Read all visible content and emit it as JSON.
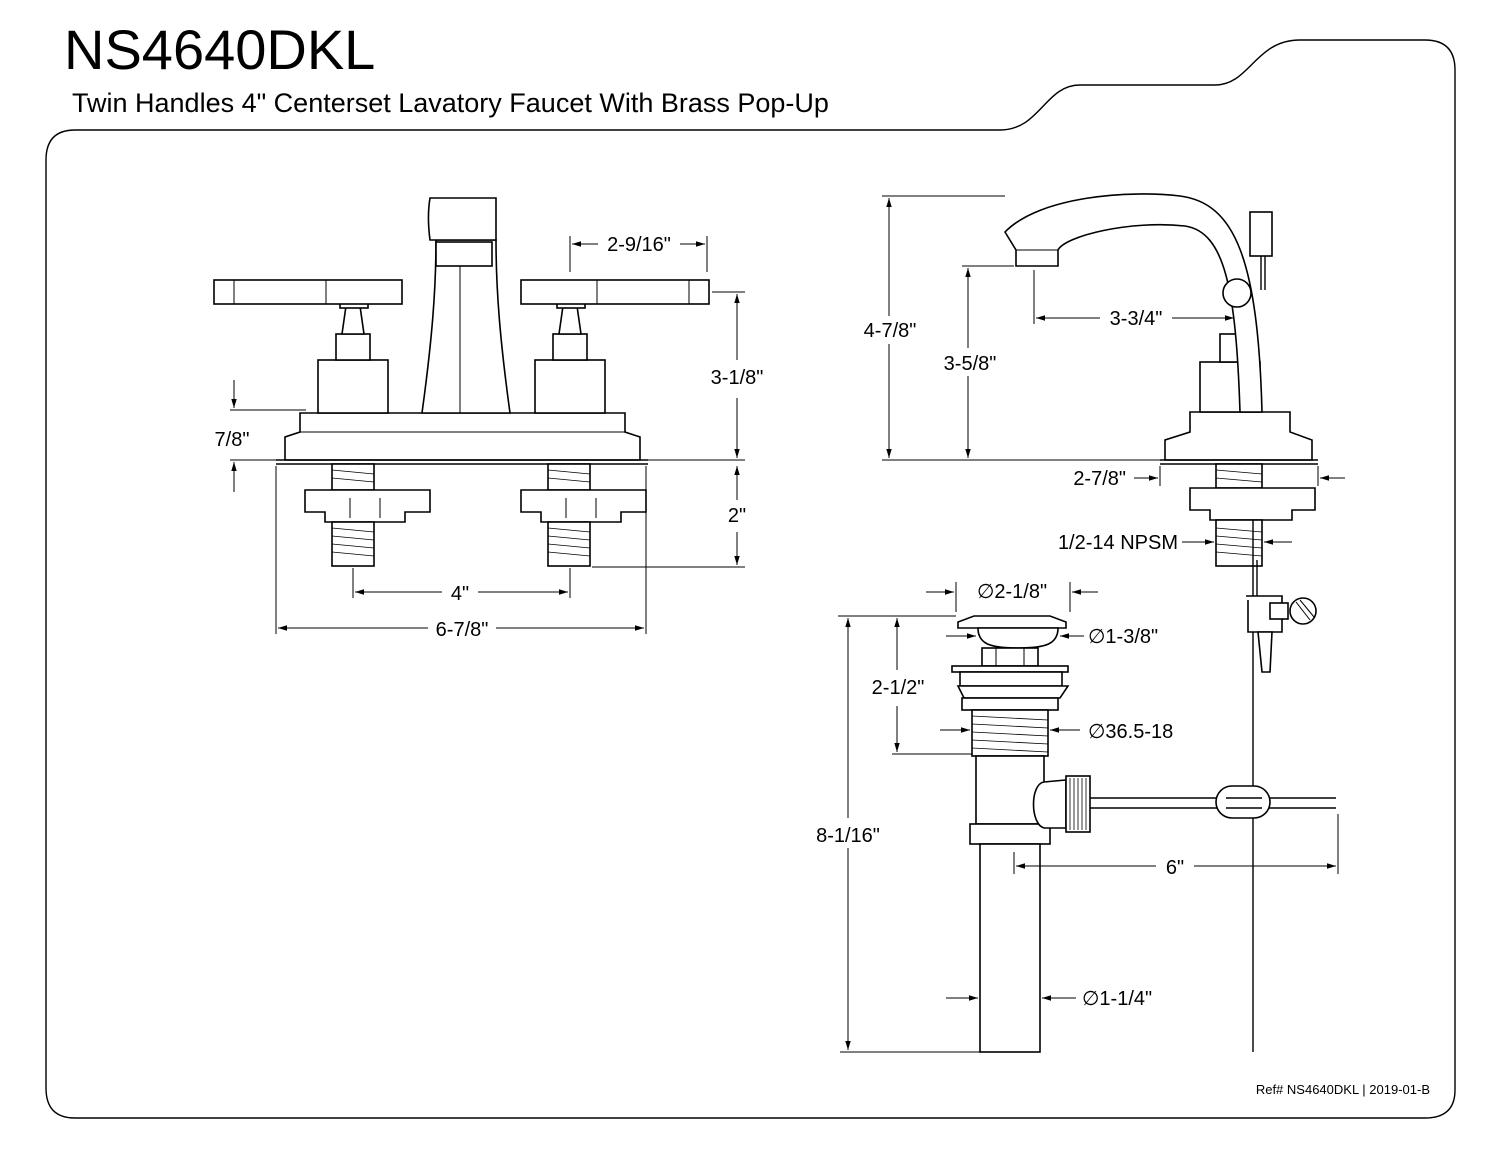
{
  "title": {
    "model": "NS4640DKL",
    "description": "Twin Handles 4\" Centerset Lavatory Faucet With Brass Pop-Up"
  },
  "front_view": {
    "dims": {
      "handle_offset": "2-9/16\"",
      "height_above_base": "3-1/8\"",
      "base_height": "7/8\"",
      "shank_length": "2\"",
      "center_spread": "4\"",
      "base_width": "6-7/8\""
    }
  },
  "side_view": {
    "dims": {
      "overall_height": "4-7/8\"",
      "spout_height": "3-5/8\"",
      "spout_reach": "3-3/4\"",
      "base_depth": "2-7/8\"",
      "thread_spec": "1/2-14 NPSM"
    }
  },
  "drain_view": {
    "dims": {
      "flange_dia": "∅2-1/8\"",
      "cap_dia": "∅1-3/8\"",
      "body_height": "2-1/2\"",
      "thread_dia": "∅36.5-18",
      "overall_length": "8-1/16\"",
      "rod_length": "6\"",
      "tailpiece_dia": "∅1-1/4\""
    }
  },
  "footer": {
    "ref": "Ref# NS4640DKL | 2019-01-B"
  }
}
